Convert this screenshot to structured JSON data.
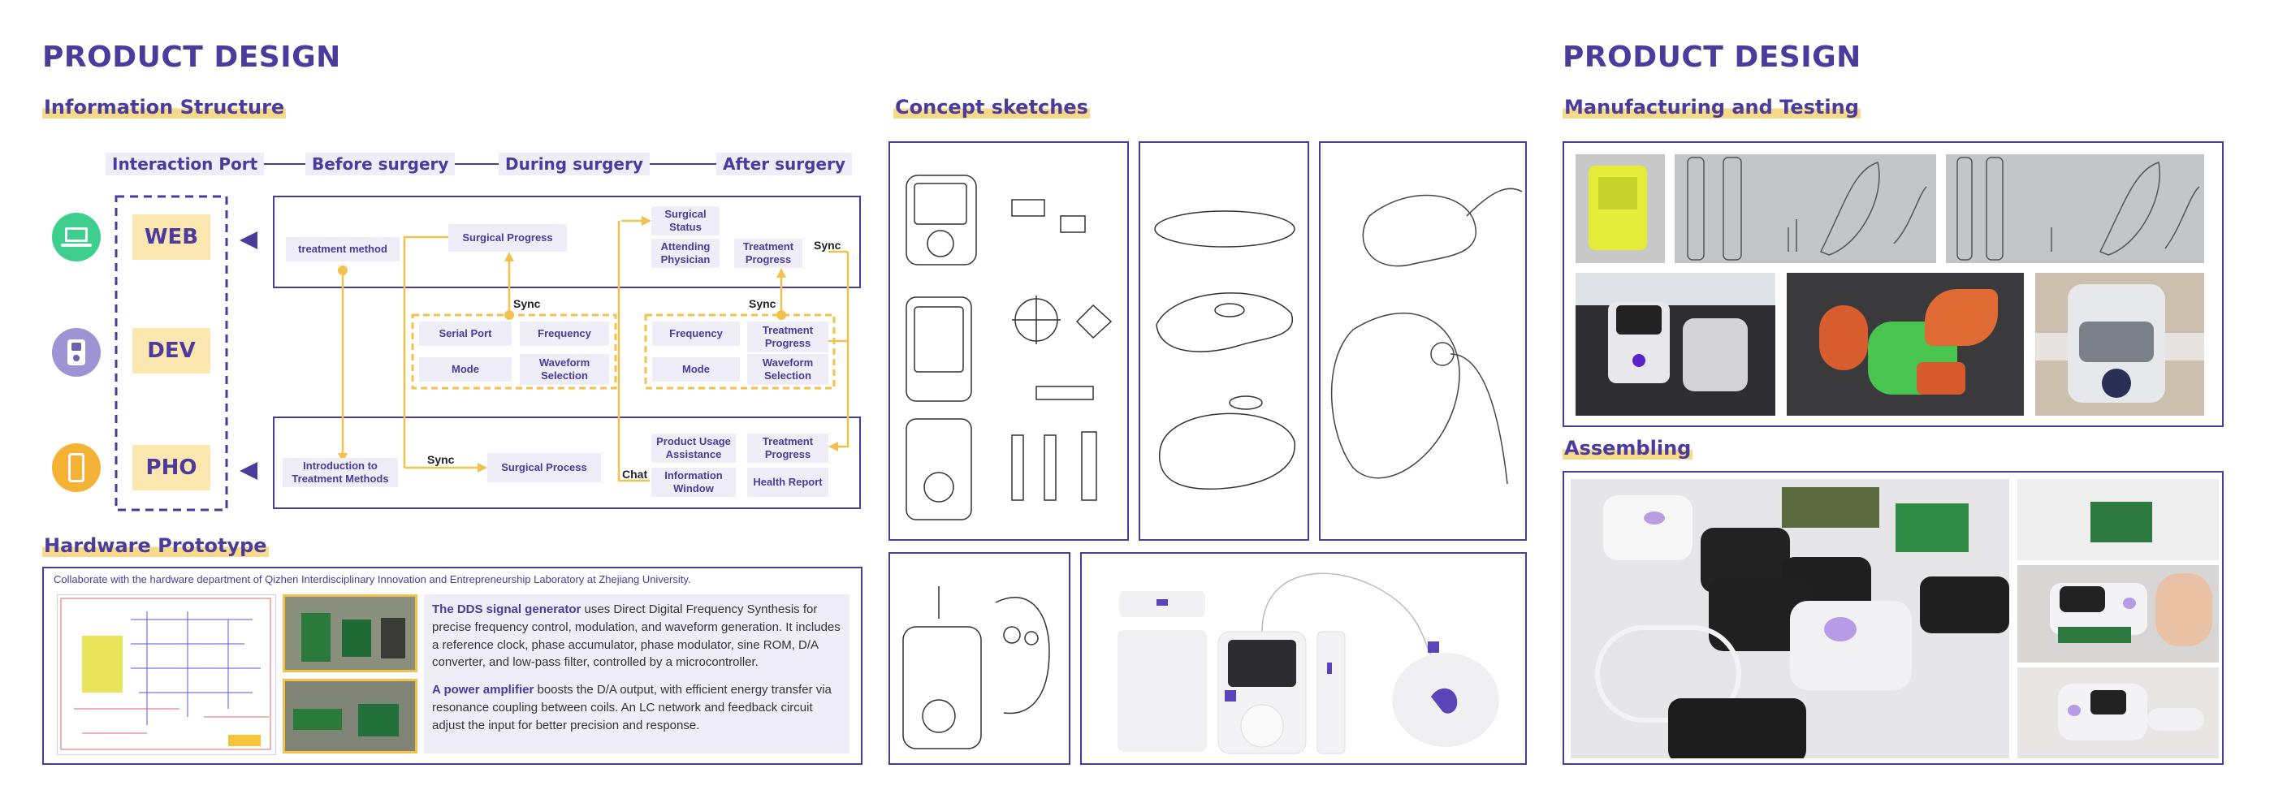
{
  "left_title": "PRODUCT DESIGN",
  "right_title": "PRODUCT DESIGN",
  "sections": {
    "info_structure": "Information Structure",
    "concept": "Concept sketches",
    "hardware": "Hardware Prototype",
    "manufacturing": "Manufacturing and Testing",
    "assembling": "Assembling"
  },
  "timeline": [
    "Interaction Port",
    "Before surgery",
    "During surgery",
    "After surgery"
  ],
  "platforms": [
    {
      "label": "WEB",
      "icon": "laptop-icon"
    },
    {
      "label": "DEV",
      "icon": "device-icon"
    },
    {
      "label": "PHO",
      "icon": "phone-icon"
    }
  ],
  "web_nodes": {
    "treatment_method": "treatment method",
    "surgical_progress": "Surgical Progress",
    "surgical_status": "Surgical Status",
    "attending_physician": "Attending Physician",
    "treatment_progress": "Treatment Progress"
  },
  "dev_nodes": {
    "serial_port": "Serial Port",
    "frequency": "Frequency",
    "mode": "Mode",
    "waveform_selection": "Waveform Selection",
    "frequency_after": "Frequency",
    "treatment_progress": "Treatment Progress",
    "mode_after": "Mode",
    "waveform_selection_after": "Waveform Selection"
  },
  "pho_nodes": {
    "intro": "Introduction to Treatment Methods",
    "surgical_process": "Surgical Process",
    "product_usage": "Product Usage Assistance",
    "treatment_progress": "Treatment Progress",
    "info_window": "Information Window",
    "health_report": "Health Report"
  },
  "labels": {
    "sync": "Sync",
    "chat": "Chat"
  },
  "hardware": {
    "collab": "Collaborate with the hardware department of Qizhen Interdisciplinary Innovation and Entrepreneurship Laboratory at Zhejiang University.",
    "p1_bold": "The DDS signal generator",
    "p1_rest": " uses Direct Digital Frequency Synthesis for precise frequency control, modulation, and waveform generation. It includes a reference clock, phase accumulator, phase modulator, sine ROM, D/A converter, and low-pass filter, controlled by a microcontroller.",
    "p2_bold": "A power amplifier",
    "p2_rest": " boosts the D/A output, with efficient energy transfer via resonance coupling between coils. An LC network and feedback circuit adjust the input for better precision and response."
  },
  "colors": {
    "accent": "#4a3b9c",
    "highlight": "#f6d98a",
    "flow": "#f2c14e",
    "chip_bg": "#efedf8",
    "icon_green": "#3ecf8e",
    "icon_lavender": "#9e93d3",
    "icon_orange": "#f5b335"
  }
}
